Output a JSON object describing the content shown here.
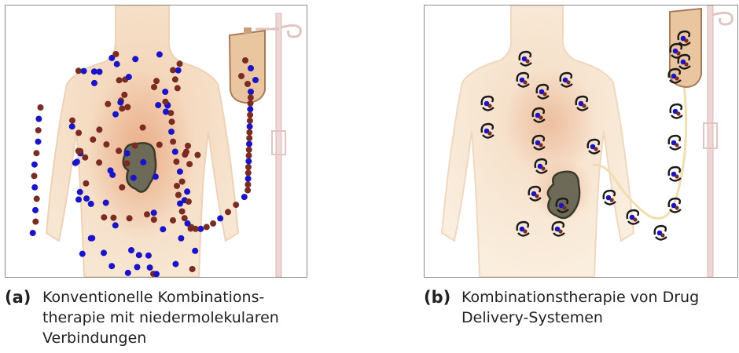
{
  "figure": {
    "panels": [
      {
        "id": "a",
        "label": "(a)",
        "caption": "Konventionelle Kombinations-\ntherapie mit niedermolekularen\nVerbindungen"
      },
      {
        "id": "b",
        "label": "(b)",
        "caption": "Kombinationstherapie von Drug\nDelivery-Systemen"
      }
    ]
  },
  "colors": {
    "blue_molecule": "#1a14c8",
    "brown_molecule": "#7a2b22",
    "tumor": "#5c5a4a",
    "body": "#f4dcc0",
    "iv_pole": "#e6c9c6",
    "iv_bag": "#e8c29a",
    "carrier": "#1a1a1a"
  }
}
